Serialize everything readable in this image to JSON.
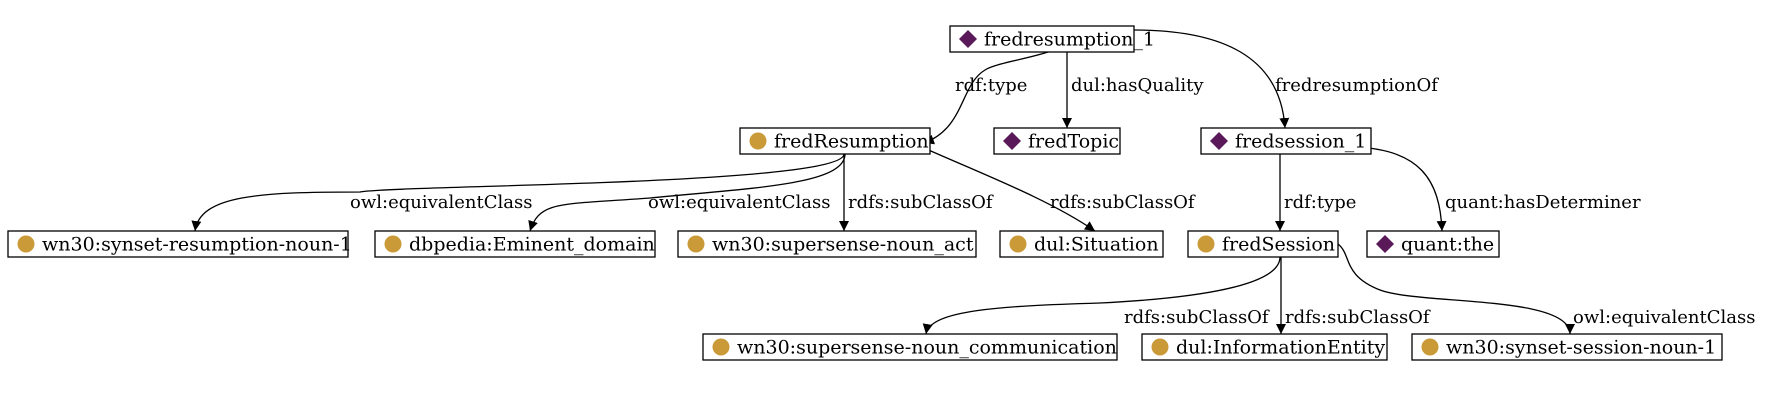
{
  "colors": {
    "individual": "#5a1a5a",
    "class": "#c99a37",
    "stroke": "#000000",
    "background": "#ffffff"
  },
  "nodes": {
    "fredresumption_1": {
      "label": "fredresumption_1",
      "kind": "individual",
      "icon": "diamond-icon"
    },
    "fredResumption": {
      "label": "fredResumption",
      "kind": "class",
      "icon": "circle-icon"
    },
    "fredTopic": {
      "label": "fredTopic",
      "kind": "individual",
      "icon": "diamond-icon"
    },
    "fredsession_1": {
      "label": "fredsession_1",
      "kind": "individual",
      "icon": "diamond-icon"
    },
    "wn30_synset_resumption": {
      "label": "wn30:synset-resumption-noun-1",
      "kind": "class",
      "icon": "circle-icon"
    },
    "dbpedia_eminent": {
      "label": "dbpedia:Eminent_domain",
      "kind": "class",
      "icon": "circle-icon"
    },
    "wn30_supersense_act": {
      "label": "wn30:supersense-noun_act",
      "kind": "class",
      "icon": "circle-icon"
    },
    "dul_situation": {
      "label": "dul:Situation",
      "kind": "class",
      "icon": "circle-icon"
    },
    "fredSession": {
      "label": "fredSession",
      "kind": "class",
      "icon": "circle-icon"
    },
    "quant_the": {
      "label": "quant:the",
      "kind": "individual",
      "icon": "diamond-icon"
    },
    "wn30_supersense_comm": {
      "label": "wn30:supersense-noun_communication",
      "kind": "class",
      "icon": "circle-icon"
    },
    "dul_infoentity": {
      "label": "dul:InformationEntity",
      "kind": "class",
      "icon": "circle-icon"
    },
    "wn30_synset_session": {
      "label": "wn30:synset-session-noun-1",
      "kind": "class",
      "icon": "circle-icon"
    }
  },
  "edges": [
    {
      "from": "fredresumption_1",
      "to": "fredResumption",
      "label": "rdf:type"
    },
    {
      "from": "fredresumption_1",
      "to": "fredTopic",
      "label": "dul:hasQuality"
    },
    {
      "from": "fredresumption_1",
      "to": "fredsession_1",
      "label": "fredresumptionOf"
    },
    {
      "from": "fredResumption",
      "to": "wn30_synset_resumption",
      "label": "owl:equivalentClass"
    },
    {
      "from": "fredResumption",
      "to": "dbpedia_eminent",
      "label": "owl:equivalentClass"
    },
    {
      "from": "fredResumption",
      "to": "wn30_supersense_act",
      "label": "rdfs:subClassOf"
    },
    {
      "from": "fredResumption",
      "to": "dul_situation",
      "label": "rdfs:subClassOf"
    },
    {
      "from": "fredsession_1",
      "to": "fredSession",
      "label": "rdf:type"
    },
    {
      "from": "fredsession_1",
      "to": "quant_the",
      "label": "quant:hasDeterminer"
    },
    {
      "from": "fredSession",
      "to": "wn30_supersense_comm",
      "label": "rdfs:subClassOf"
    },
    {
      "from": "fredSession",
      "to": "dul_infoentity",
      "label": "rdfs:subClassOf"
    },
    {
      "from": "fredSession",
      "to": "wn30_synset_session",
      "label": "owl:equivalentClass"
    }
  ]
}
